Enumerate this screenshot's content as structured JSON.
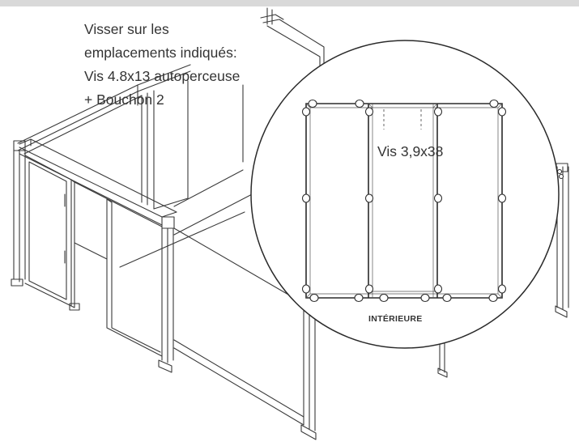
{
  "instructions": {
    "lines": [
      "Visser sur les",
      "emplacements indiqués:",
      "Vis 4.8x13 autoperceuse",
      "+ Bouchon 2"
    ]
  },
  "detail": {
    "screw_label": "Vis 3,9x38",
    "view_label": "INTÉRIEURE"
  },
  "colors": {
    "line": "#3a3a3a",
    "text": "#333333",
    "top_bar": "#d9d9d9"
  }
}
